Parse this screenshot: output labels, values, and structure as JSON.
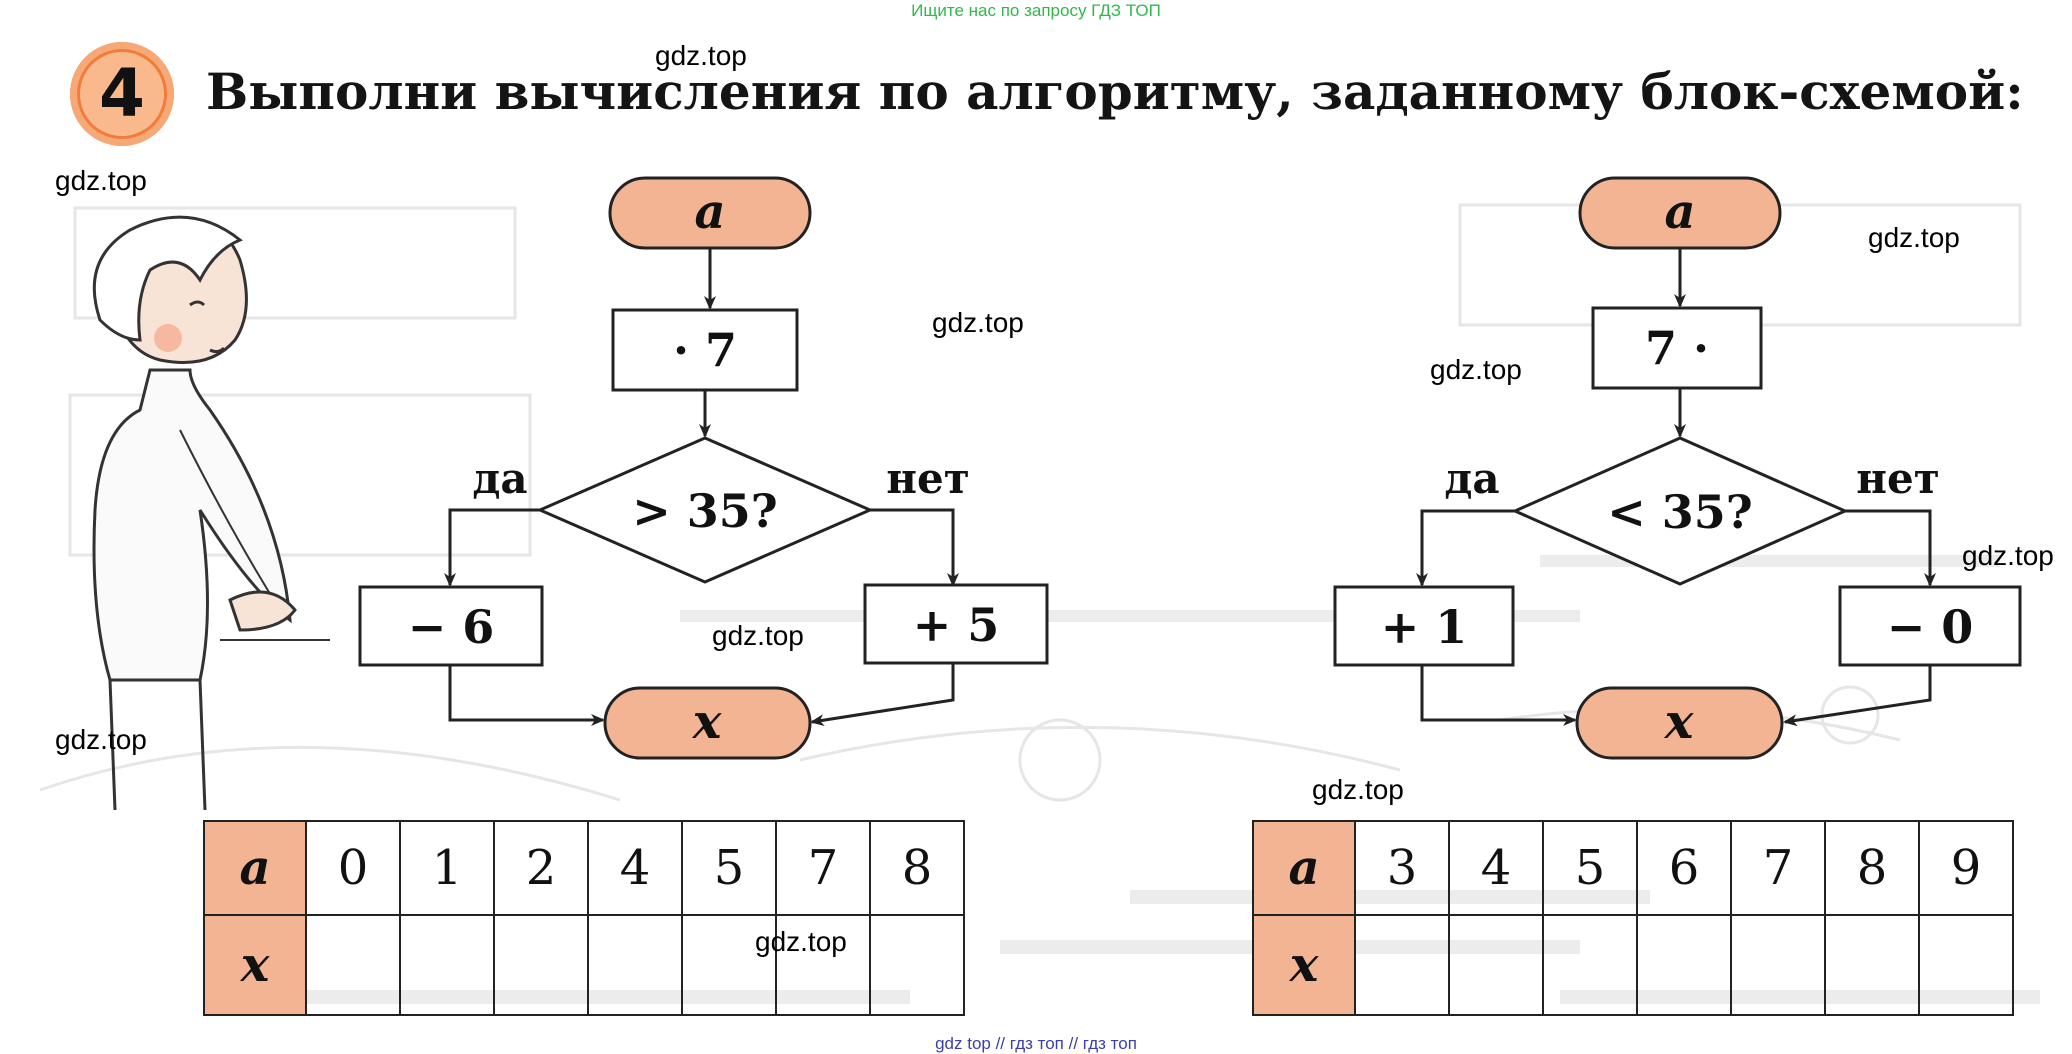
{
  "top_banner": "Ищите нас по запросу ГДЗ ТОП",
  "bottom_banner": "gdz top  //  гдз топ  //  гдз топ",
  "task": {
    "number": "4",
    "title": "Выполни вычисления по алгоритму, заданному блок-схемой:"
  },
  "watermarks": [
    "gdz.top",
    "gdz.top",
    "gdz.top",
    "gdz.top",
    "gdz.top",
    "gdz.top",
    "gdz.top",
    "gdz.top",
    "gdz.top",
    "gdz.top"
  ],
  "left_flowchart": {
    "start": "a",
    "operation": "· 7",
    "condition": "> 35?",
    "yes_label": "да",
    "no_label": "нет",
    "yes_action": "− 6",
    "no_action": "+ 5",
    "end": "x"
  },
  "right_flowchart": {
    "start": "a",
    "operation": "7 ·",
    "condition": "< 35?",
    "yes_label": "да",
    "no_label": "нет",
    "yes_action": "+ 1",
    "no_action": "− 0",
    "end": "x"
  },
  "left_table": {
    "row_a_label": "a",
    "row_x_label": "x",
    "a_values": [
      "0",
      "1",
      "2",
      "4",
      "5",
      "7",
      "8"
    ],
    "x_values": [
      "",
      "",
      "",
      "",
      "",
      "",
      ""
    ]
  },
  "right_table": {
    "row_a_label": "a",
    "row_x_label": "x",
    "a_values": [
      "3",
      "4",
      "5",
      "6",
      "7",
      "8",
      "9"
    ],
    "x_values": [
      "",
      "",
      "",
      "",
      "",
      "",
      ""
    ]
  },
  "colors": {
    "terminal_fill": "#f3b494",
    "badge": "#ef7d3b",
    "banner_top": "#2fb84a",
    "banner_bottom": "#3c3fa8"
  }
}
